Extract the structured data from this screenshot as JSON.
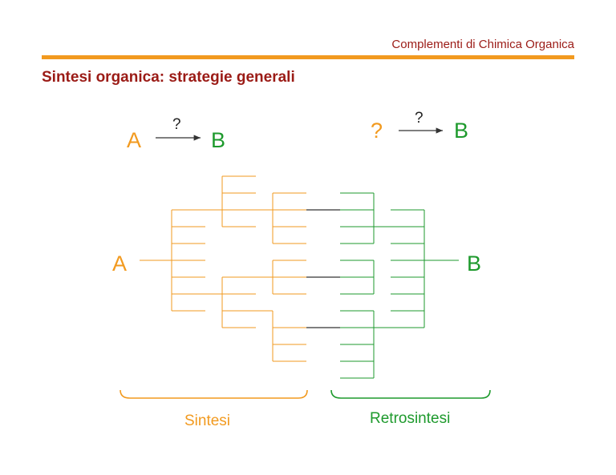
{
  "header": {
    "title": "Complementi di Chimica Organica"
  },
  "slide": {
    "title": "Sintesi organica: strategie generali"
  },
  "top_left": {
    "start": "A",
    "question": "?",
    "end": "B"
  },
  "top_right": {
    "start": "?",
    "question": "?",
    "end": "B"
  },
  "diagram": {
    "left_label": "A",
    "right_label": "B"
  },
  "captions": {
    "left": "Sintesi",
    "right": "Retrosintesi"
  },
  "colors": {
    "accent_red": "#9b1b16",
    "orange": "#f29a1f",
    "green": "#1e9a2d",
    "dark": "#333333"
  },
  "icons": [
    "reaction-arrow-icon",
    "curly-brace-icon"
  ]
}
